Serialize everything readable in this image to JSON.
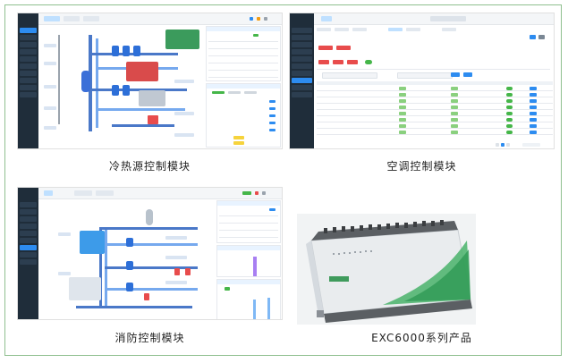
{
  "captions": {
    "heat_cold": "冷热源控制模块",
    "aircon": "空调控制模块",
    "fire": "消防控制模块",
    "product": "EXC6000系列产品"
  },
  "colors": {
    "frame": "#8fbf8f",
    "sidebar": "#1f2d3a",
    "accent": "#2d8cf0",
    "ok": "#45b649"
  }
}
